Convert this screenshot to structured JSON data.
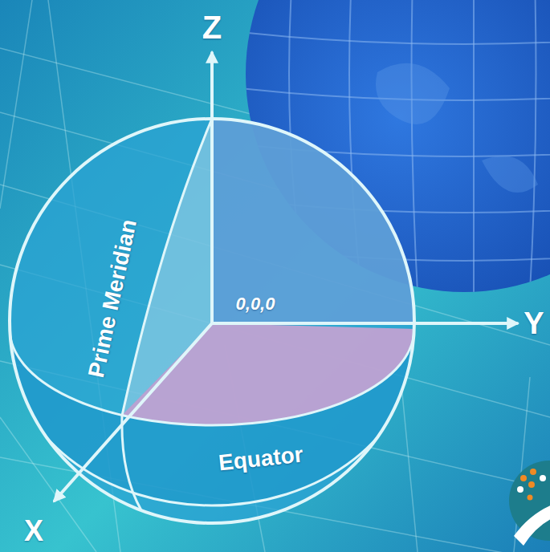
{
  "diagram": {
    "labels": [
      "Z",
      "Y",
      "X",
      "0,0,0",
      "Prime Meridian",
      "Equator"
    ]
  }
}
